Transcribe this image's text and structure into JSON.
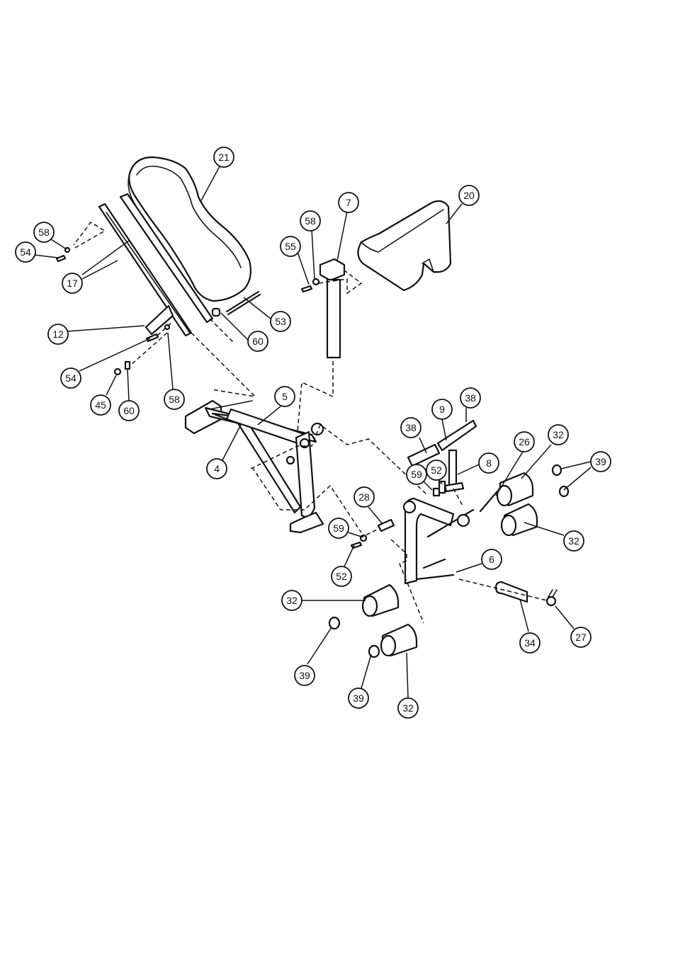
{
  "diagram": {
    "callouts": [
      {
        "id": "c21a",
        "label": "21"
      },
      {
        "id": "c20",
        "label": "20"
      },
      {
        "id": "c7",
        "label": "7"
      },
      {
        "id": "c58a",
        "label": "58"
      },
      {
        "id": "c58b",
        "label": "58"
      },
      {
        "id": "c55",
        "label": "55"
      },
      {
        "id": "c54a",
        "label": "54"
      },
      {
        "id": "c17",
        "label": "17"
      },
      {
        "id": "c53",
        "label": "53"
      },
      {
        "id": "c60a",
        "label": "60"
      },
      {
        "id": "c12",
        "label": "12"
      },
      {
        "id": "c54b",
        "label": "54"
      },
      {
        "id": "c45",
        "label": "45"
      },
      {
        "id": "c60b",
        "label": "60"
      },
      {
        "id": "c58c",
        "label": "58"
      },
      {
        "id": "c5",
        "label": "5"
      },
      {
        "id": "c4",
        "label": "4"
      },
      {
        "id": "c9",
        "label": "9"
      },
      {
        "id": "c38a",
        "label": "38"
      },
      {
        "id": "c38b",
        "label": "38"
      },
      {
        "id": "c26",
        "label": "26"
      },
      {
        "id": "c32a",
        "label": "32"
      },
      {
        "id": "c39a",
        "label": "39"
      },
      {
        "id": "c8",
        "label": "8"
      },
      {
        "id": "c59a",
        "label": "59"
      },
      {
        "id": "c52a",
        "label": "52"
      },
      {
        "id": "c28",
        "label": "28"
      },
      {
        "id": "c59b",
        "label": "59"
      },
      {
        "id": "c52b",
        "label": "52"
      },
      {
        "id": "c32b",
        "label": "32"
      },
      {
        "id": "c6",
        "label": "6"
      },
      {
        "id": "c32c",
        "label": "32"
      },
      {
        "id": "c34",
        "label": "34"
      },
      {
        "id": "c27",
        "label": "27"
      },
      {
        "id": "c39b",
        "label": "39"
      },
      {
        "id": "c39c",
        "label": "39"
      },
      {
        "id": "c32d",
        "label": "32"
      }
    ]
  }
}
